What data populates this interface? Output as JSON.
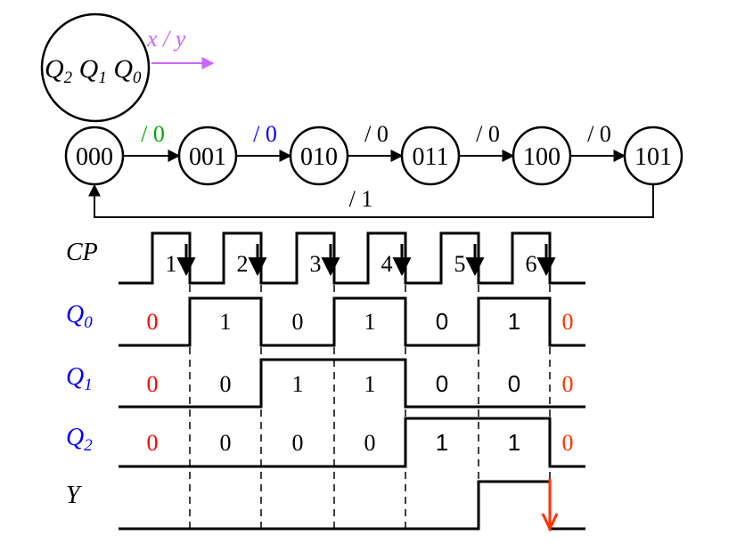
{
  "legend": {
    "state_bits": [
      "Q",
      "2",
      "Q",
      "1",
      "Q",
      "0"
    ],
    "io_label": "x / y",
    "io_color": "#cc66ff"
  },
  "state_diagram": {
    "states": [
      "000",
      "001",
      "010",
      "011",
      "100",
      "101"
    ],
    "transitions": [
      {
        "label": "/ 0",
        "color": "#00aa00"
      },
      {
        "label": "/ 0",
        "color": "#0000ff"
      },
      {
        "label": "/ 0",
        "color": "#000000"
      },
      {
        "label": "/ 0",
        "color": "#000000"
      },
      {
        "label": "/ 0",
        "color": "#000000"
      }
    ],
    "return_label": "/ 1"
  },
  "timing": {
    "signals": [
      {
        "name": "CP",
        "subscript": "",
        "color": "#000000"
      },
      {
        "name": "Q",
        "subscript": "0",
        "color": "#0000ff"
      },
      {
        "name": "Q",
        "subscript": "1",
        "color": "#0000ff"
      },
      {
        "name": "Q",
        "subscript": "2",
        "color": "#0000ff"
      },
      {
        "name": "Y",
        "subscript": "",
        "color": "#000000"
      }
    ],
    "pulse_numbers": [
      "1",
      "2",
      "3",
      "4",
      "5",
      "6"
    ],
    "q0": {
      "levels": [
        0,
        1,
        0,
        1,
        0,
        1,
        0
      ],
      "labels": [
        "0",
        "1",
        "0",
        "1",
        "0",
        "1",
        "0"
      ]
    },
    "q1": {
      "levels": [
        0,
        0,
        1,
        1,
        0,
        0,
        0
      ],
      "labels": [
        "0",
        "0",
        "1",
        "1",
        "0",
        "0",
        "0"
      ]
    },
    "q2": {
      "levels": [
        0,
        0,
        0,
        0,
        1,
        1,
        0
      ],
      "labels": [
        "0",
        "0",
        "0",
        "0",
        "1",
        "1",
        "0"
      ]
    },
    "y_levels": [
      0,
      0,
      0,
      0,
      0,
      1,
      0
    ],
    "initial_color": "#ff0000",
    "final_color": "#ff3300",
    "y_arrow_color": "#ff3300"
  }
}
